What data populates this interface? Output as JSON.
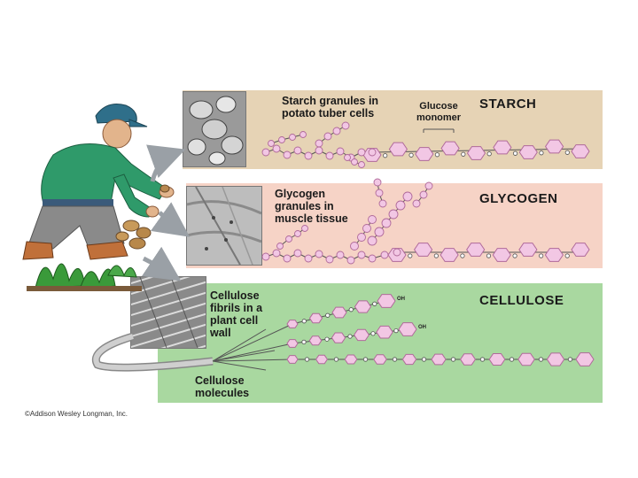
{
  "panels": {
    "starch": {
      "title": "STARCH",
      "caption": "Starch granules in potato tuber cells",
      "monomer_label": "Glucose monomer",
      "color": "#e6d3b5"
    },
    "glycogen": {
      "title": "GLYCOGEN",
      "caption": "Glycogen granules in muscle tissue",
      "color": "#f6d3c6"
    },
    "cellulose": {
      "title": "CELLULOSE",
      "caption_fibrils": "Cellulose fibrils in a plant cell wall",
      "caption_molecules": "Cellulose molecules",
      "oh_label": "OH",
      "color": "#a9d8a0"
    }
  },
  "colors": {
    "glucose_fill": "#f2c7e4",
    "glucose_stroke": "#b06a9a",
    "bond": "#555555"
  },
  "credit": "©Addison Wesley Longman, Inc."
}
